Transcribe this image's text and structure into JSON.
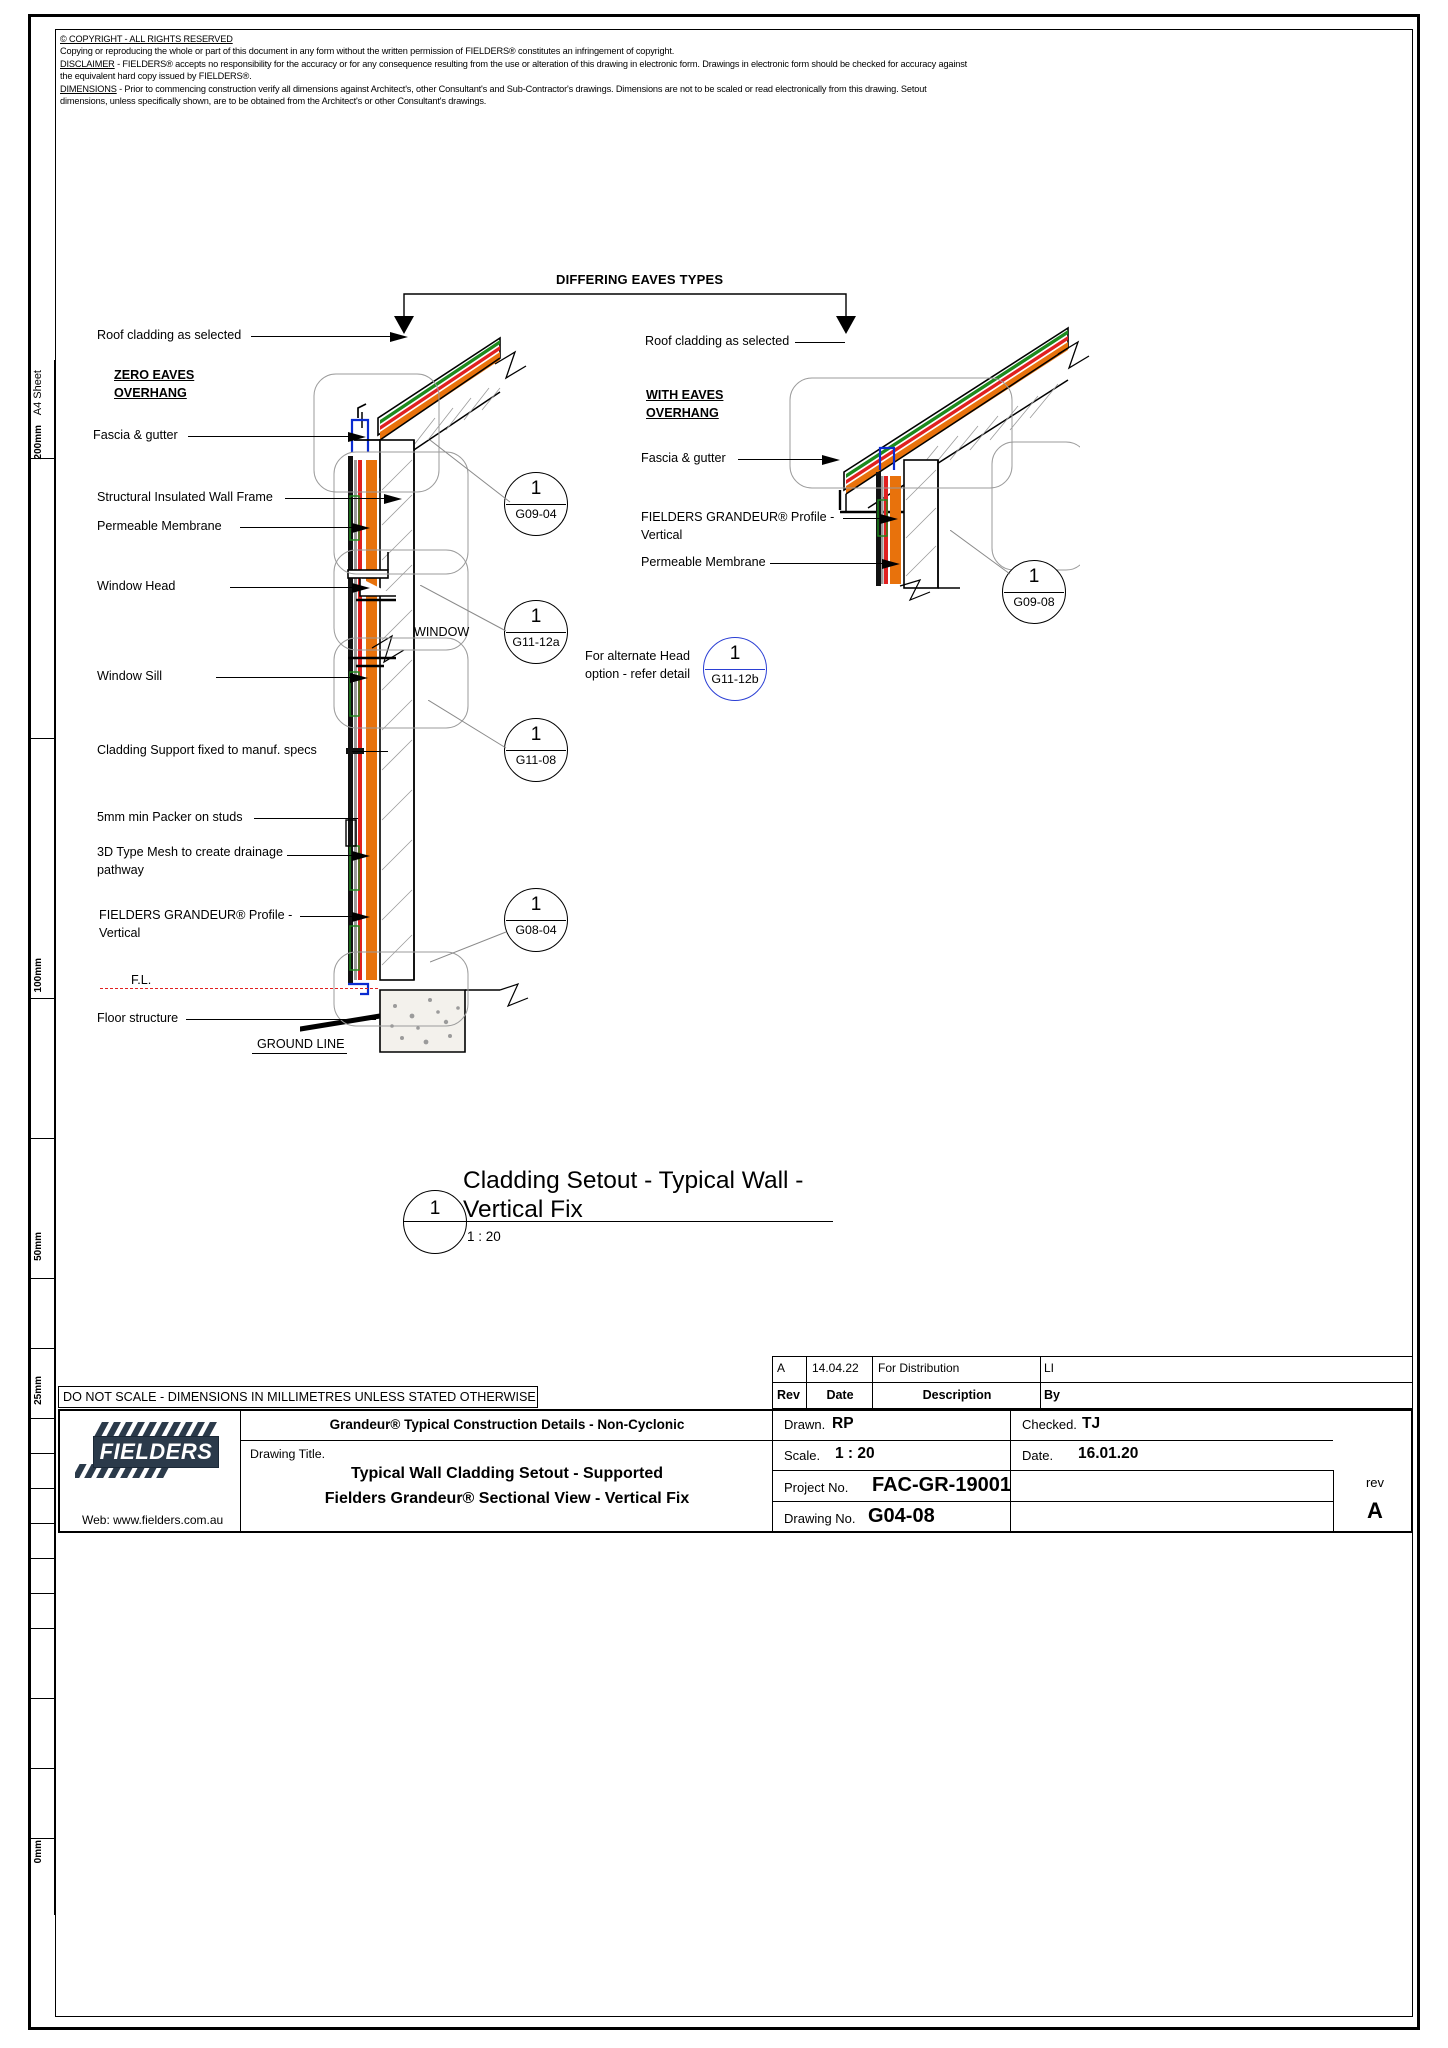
{
  "sheet": {
    "size_label": "A4 Sheet",
    "ruler": [
      {
        "label": "200mm"
      },
      {
        "label": "100mm"
      },
      {
        "label": "50mm"
      },
      {
        "label": "25mm"
      },
      {
        "label": "0mm"
      }
    ]
  },
  "disclaimer": {
    "line1": "© COPYRIGHT - ALL RIGHTS RESERVED",
    "line2": "Copying or reproducing the whole or part of this document in any form without the written permission of FIELDERS® constitutes an infringement of copyright.",
    "line3_head": "DISCLAIMER",
    "line3": " - FIELDERS® accepts no responsibility for the accuracy or for any consequence resulting from the use or alteration of this drawing in electronic form.  Drawings in electronic form should be checked for accuracy against",
    "line4": "the equivalent hard copy issued by FIELDERS®.",
    "line5_head": "DIMENSIONS",
    "line5": " - Prior to commencing construction verify all dimensions against Architect's, other Consultant's and Sub-Contractor's drawings. Dimensions are not to be scaled or read electronically from this drawing. Setout",
    "line6": "dimensions, unless specifically shown, are to be obtained from the Architect's or other Consultant's drawings."
  },
  "drawing": {
    "eaves_header": "DIFFERING EAVES TYPES",
    "left": {
      "title_line1": "ZERO EAVES",
      "title_line2": "OVERHANG",
      "labels": [
        "Roof cladding as selected",
        "Fascia & gutter",
        "Structural Insulated Wall Frame",
        "Permeable Membrane",
        "Window Head",
        "Window Sill",
        "Cladding Support fixed to manuf. specs",
        "5mm min Packer on studs",
        "3D Type Mesh to create drainage",
        "pathway",
        "FIELDERS GRANDEUR® Profile -",
        "Vertical",
        "Floor structure"
      ],
      "fl_label": "F.L.",
      "ground_line": "GROUND LINE",
      "window_label": "WINDOW"
    },
    "right": {
      "title_line1": "WITH EAVES",
      "title_line2": "OVERHANG",
      "labels": [
        "Roof cladding as selected",
        "Fascia & gutter",
        "FIELDERS GRANDEUR® Profile -",
        "Vertical",
        "Permeable Membrane"
      ]
    },
    "alt_note_line1": "For alternate Head",
    "alt_note_line2": "option - refer detail",
    "callouts": [
      {
        "num": "1",
        "ref": "G09-04"
      },
      {
        "num": "1",
        "ref": "G11-12a"
      },
      {
        "num": "1",
        "ref": "G11-08"
      },
      {
        "num": "1",
        "ref": "G08-04"
      },
      {
        "num": "1",
        "ref": "G09-08"
      },
      {
        "num": "1",
        "ref": "G11-12b"
      }
    ],
    "view_title_line1": "Cladding Setout - Typical Wall -",
    "view_title_line2": "Vertical Fix",
    "view_number": "1",
    "view_scale": "1 : 20"
  },
  "title_block": {
    "do_not_scale": "DO NOT SCALE - DIMENSIONS IN MILLIMETRES UNLESS STATED OTHERWISE",
    "project_heading": "Grandeur® Typical Construction Details - Non-Cyclonic",
    "drawing_title_label": "Drawing Title.",
    "drawing_title_line1": "Typical Wall Cladding Setout - Supported",
    "drawing_title_line2": "Fielders Grandeur® Sectional View - Vertical Fix",
    "logo_text": "FIELDERS",
    "web": "Web: www.fielders.com.au",
    "revision_row": {
      "rev": "A",
      "date": "14.04.22",
      "description": "For Distribution",
      "by": "LI"
    },
    "revision_headers": {
      "rev": "Rev",
      "date": "Date",
      "description": "Description",
      "by": "By"
    },
    "drawn_label": "Drawn.",
    "drawn_value": "RP",
    "checked_label": "Checked.",
    "checked_value": "TJ",
    "scale_label": "Scale.",
    "scale_value": "1 : 20",
    "date_label": "Date.",
    "date_value": "16.01.20",
    "project_no_label": "Project No.",
    "project_no_value": "FAC-GR-19001",
    "drawing_no_label": "Drawing No.",
    "drawing_no_value": "G04-08",
    "rev_label": "rev",
    "rev_value": "A"
  },
  "colors": {
    "cladding_orange": "#E8720C",
    "membrane_red": "#E02020",
    "mesh_green": "#1D8A1D",
    "flashing_blue": "#0A2BD0",
    "fl_red": "#E02020",
    "logo_navy": "#2B3A4A"
  }
}
